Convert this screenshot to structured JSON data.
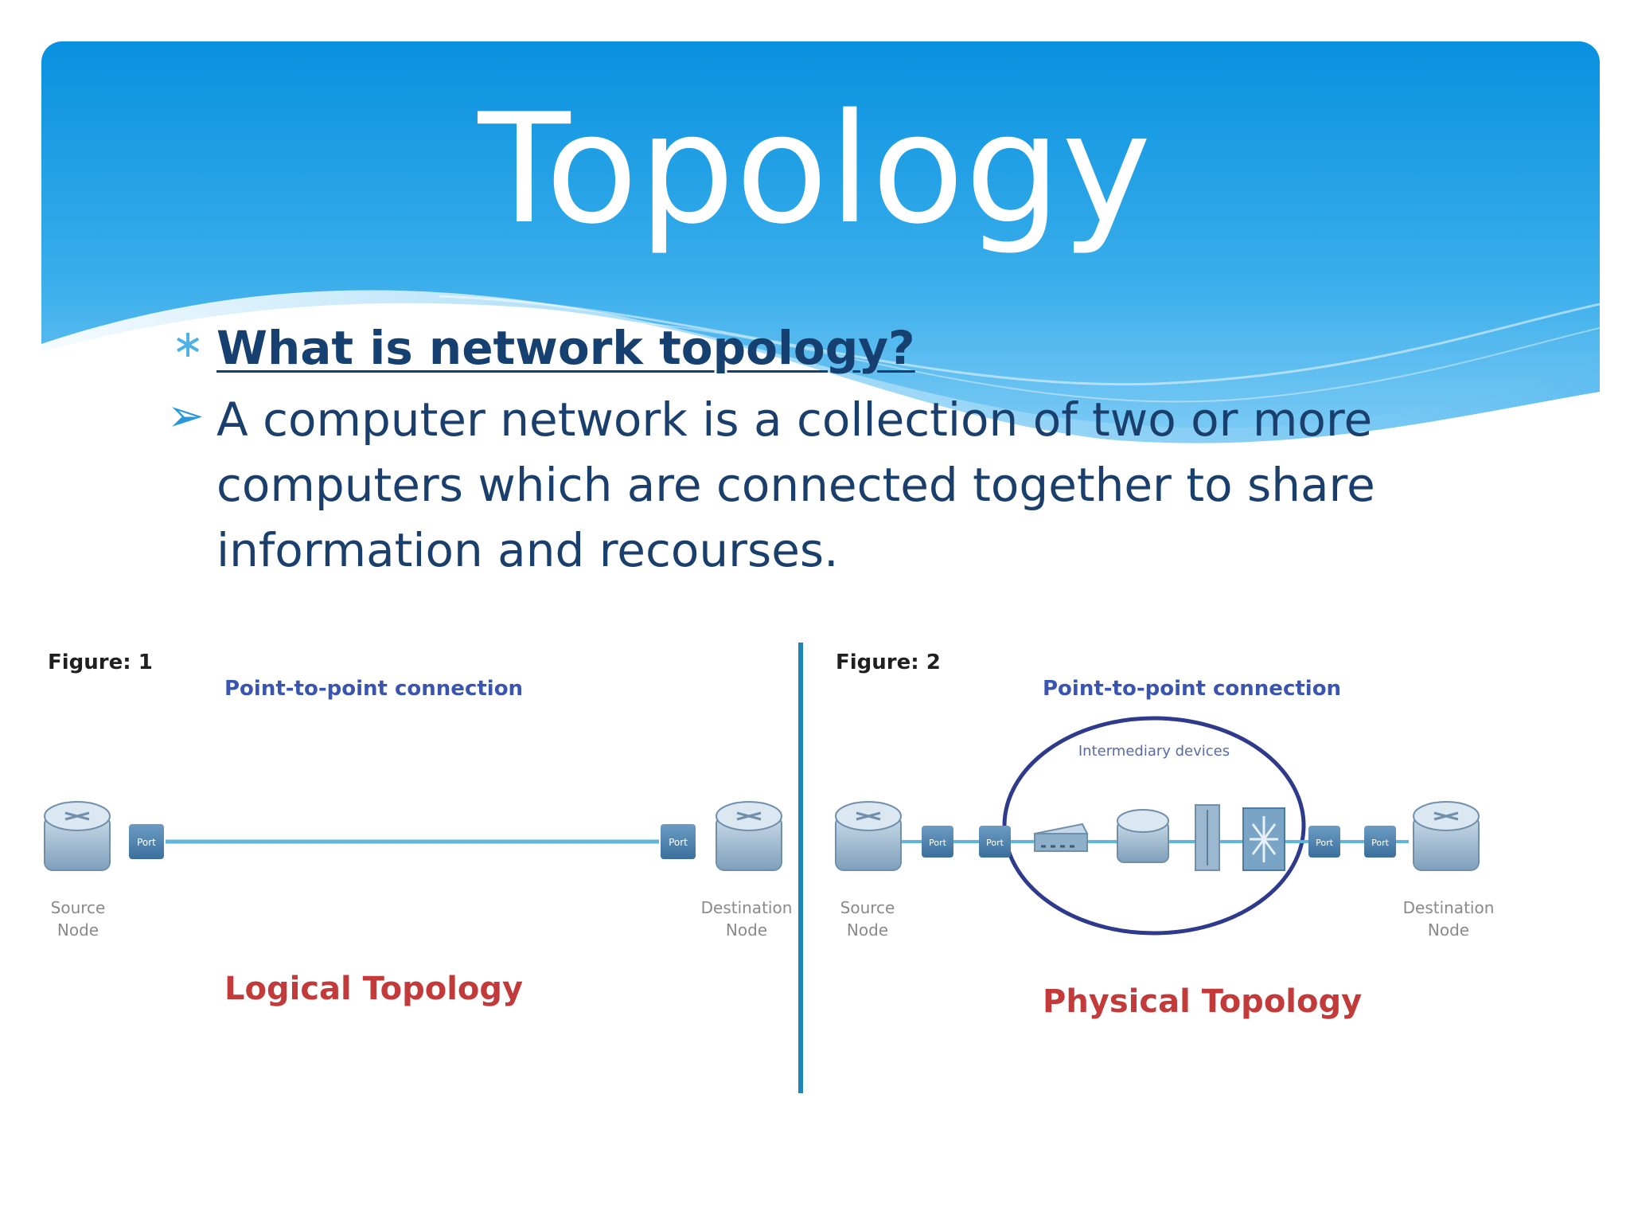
{
  "slide": {
    "title": "Topology",
    "question": "What is network topology?",
    "answer": "A computer network is a collection of two or more computers which are connected together to share information and recourses.",
    "colors": {
      "header_top": "#0b93e0",
      "header_bottom": "#7fcaf5",
      "question_text": "#16406f",
      "body_text": "#1a3f6c",
      "accent": "#2a98d8"
    },
    "icons": {
      "question_bullet": "asterisk-icon",
      "answer_bullet": "arrow-right-icon"
    }
  },
  "diagram": {
    "figure1": {
      "label": "Figure: 1",
      "caption": "Point-to-point connection",
      "topology": "Logical Topology",
      "source_label": [
        "Source",
        "Node"
      ],
      "destination_label": [
        "Destination",
        "Node"
      ]
    },
    "figure2": {
      "label": "Figure: 2",
      "caption": "Point-to-point connection",
      "topology": "Physical Topology",
      "intermediary_label": "Intermediary devices",
      "source_label": [
        "Source",
        "Node"
      ],
      "destination_label": [
        "Destination",
        "Node"
      ]
    },
    "port_label": "Port",
    "colors": {
      "figure_label": "#1f1f1f",
      "caption": "#3a55b0",
      "topology_label": "#c23a3a",
      "link": "#5fb6d8",
      "divider": "#1f86b8",
      "ellipse": "#2e3a8c",
      "device": "#9bb8d0"
    }
  }
}
